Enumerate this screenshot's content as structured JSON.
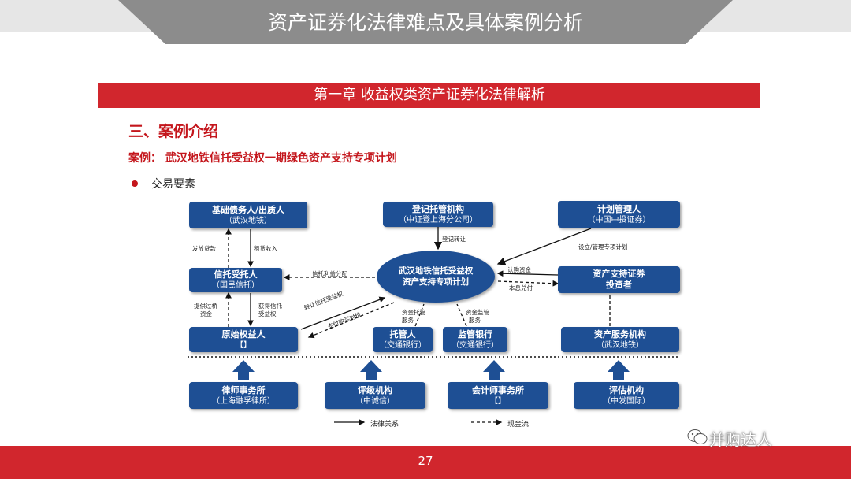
{
  "header": {
    "title": "资产证券化法律难点及具体案例分析"
  },
  "chapter": {
    "title": "第一章  收益权类资产证券化法律解析"
  },
  "section": {
    "heading": "三、案例介绍"
  },
  "case": {
    "label": "案例： 武汉地铁信托受益权一期绿色资产支持专项计划"
  },
  "bullet": {
    "text": "交易要素"
  },
  "diagram": {
    "nodes": {
      "debtor": {
        "title": "基础债务人/出质人",
        "sub": "（武汉地铁）"
      },
      "registrar": {
        "title": "登记托管机构",
        "sub": "（中证登上海分公司）"
      },
      "manager": {
        "title": "计划管理人",
        "sub": "（中国中投证券）"
      },
      "trustee": {
        "title": "信托受托人",
        "sub": "（国民信托）"
      },
      "center": {
        "line1": "武汉地铁信托受益权",
        "line2": "资产支持专项计划"
      },
      "investor": {
        "title": "资产支持证券",
        "sub": "投资者"
      },
      "originator": {
        "title": "原始权益人",
        "sub": "【】"
      },
      "custodian": {
        "title": "托管人",
        "sub": "（交通银行）"
      },
      "supervisor": {
        "title": "监管银行",
        "sub": "（交通银行）"
      },
      "servicer": {
        "title": "资产服务机构",
        "sub": "（武汉地铁）"
      },
      "law_firm": {
        "title": "律师事务所",
        "sub": "（上海融孚律所）"
      },
      "rating": {
        "title": "评级机构",
        "sub": "（中诚信）"
      },
      "accounting": {
        "title": "会计师事务所",
        "sub": "【】"
      },
      "appraiser": {
        "title": "评估机构",
        "sub": "（中发国际）"
      }
    },
    "edge_labels": {
      "loan_funds": "发放贷款",
      "rent_income": "租赁收入",
      "registration": "登记转让",
      "establish_manage": "设立/管理专项计划",
      "trust_profit": "信托利益分配",
      "subscribe": "认购资金",
      "principal_return": "本息兑付",
      "provide_funds": "提供过桥",
      "provide_funds2": "资金",
      "obtain_trust": "获得信托",
      "obtain_trust2": "受益权",
      "transfer_trust": "转让信托受益权",
      "pay_price": "支付购买对价",
      "custody_service": "资金托管",
      "custody_service2": "服务",
      "supervise_service": "资金监管",
      "supervise_service2": "服务"
    },
    "legend": {
      "legal": "法律关系",
      "cash": "现金流"
    }
  },
  "footer": {
    "page": "27",
    "watermark": "并购达人"
  },
  "colors": {
    "accent_red": "#d1262d",
    "box_blue": "#1e4f94"
  }
}
